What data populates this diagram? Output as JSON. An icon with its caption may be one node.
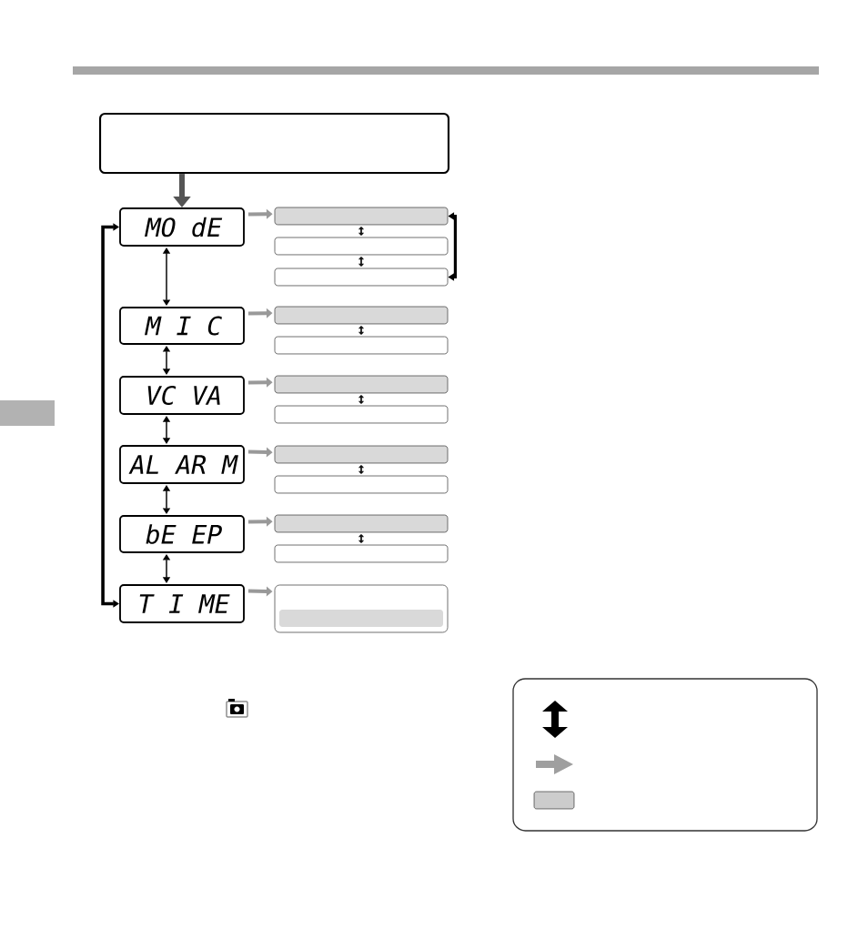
{
  "diagram": {
    "nodes": [
      {
        "text": [],
        "shape": "box"
      },
      {
        "text": [
          "MO dE"
        ]
      },
      {
        "text": [
          "M I C"
        ]
      },
      {
        "text": [
          "VC VA"
        ]
      },
      {
        "text": [
          "AL AR M"
        ]
      },
      {
        "text": [
          "bE EP"
        ]
      },
      {
        "text": [
          "T I ME"
        ]
      },
      {
        "text": [],
        "shape": "bar"
      },
      {
        "text": [],
        "shape": "bar"
      },
      {
        "text": [],
        "shape": "bar"
      },
      {
        "text": [],
        "shape": "bar"
      },
      {
        "text": [],
        "shape": "bar"
      },
      {
        "text": [],
        "shape": "bar"
      },
      {
        "text": [],
        "shape": "bar"
      },
      {
        "text": [],
        "shape": "bar"
      },
      {
        "text": [],
        "shape": "bar"
      },
      {
        "text": [],
        "shape": "bar"
      },
      {
        "text": [],
        "shape": "bar"
      },
      {
        "text": [],
        "shape": "box"
      },
      {
        "text": [],
        "shape": "bar",
        "in": 18
      }
    ],
    "edges": [
      {
        "from": 0,
        "to": 1,
        "arrow": "to",
        "style": "thick",
        "color": "#555555"
      },
      {
        "from": 1,
        "to": 2,
        "arrow": "both"
      },
      {
        "from": 2,
        "to": 3,
        "arrow": "both"
      },
      {
        "from": 3,
        "to": 4,
        "arrow": "both"
      },
      {
        "from": 4,
        "to": 5,
        "arrow": "both"
      },
      {
        "from": 5,
        "to": 6,
        "arrow": "both"
      },
      {
        "from": 6,
        "to": 1,
        "arrow": "both",
        "style": "thick"
      },
      {
        "from": 1,
        "to": 7,
        "arrow": "to",
        "style": "thick",
        "color": "#999999"
      },
      {
        "from": 2,
        "to": 10,
        "arrow": "to",
        "style": "thick",
        "color": "#999999"
      },
      {
        "from": 3,
        "to": 12,
        "arrow": "to",
        "style": "thick",
        "color": "#999999"
      },
      {
        "from": 4,
        "to": 14,
        "arrow": "to",
        "style": "thick",
        "color": "#999999"
      },
      {
        "from": 5,
        "to": 16,
        "arrow": "to",
        "style": "thick",
        "color": "#999999"
      },
      {
        "from": 6,
        "to": 18,
        "arrow": "to",
        "style": "thick",
        "color": "#999999"
      },
      {
        "from": 7,
        "to": 8,
        "arrow": "both"
      },
      {
        "from": 8,
        "to": 9,
        "arrow": "both"
      },
      {
        "from": 10,
        "to": 11,
        "arrow": "both"
      },
      {
        "from": 12,
        "to": 13,
        "arrow": "both"
      },
      {
        "from": 14,
        "to": 15,
        "arrow": "both"
      },
      {
        "from": 16,
        "to": 17,
        "arrow": "both"
      },
      {
        "from": 9,
        "to": 7,
        "arrow": "both",
        "style": "thick"
      }
    ]
  }
}
